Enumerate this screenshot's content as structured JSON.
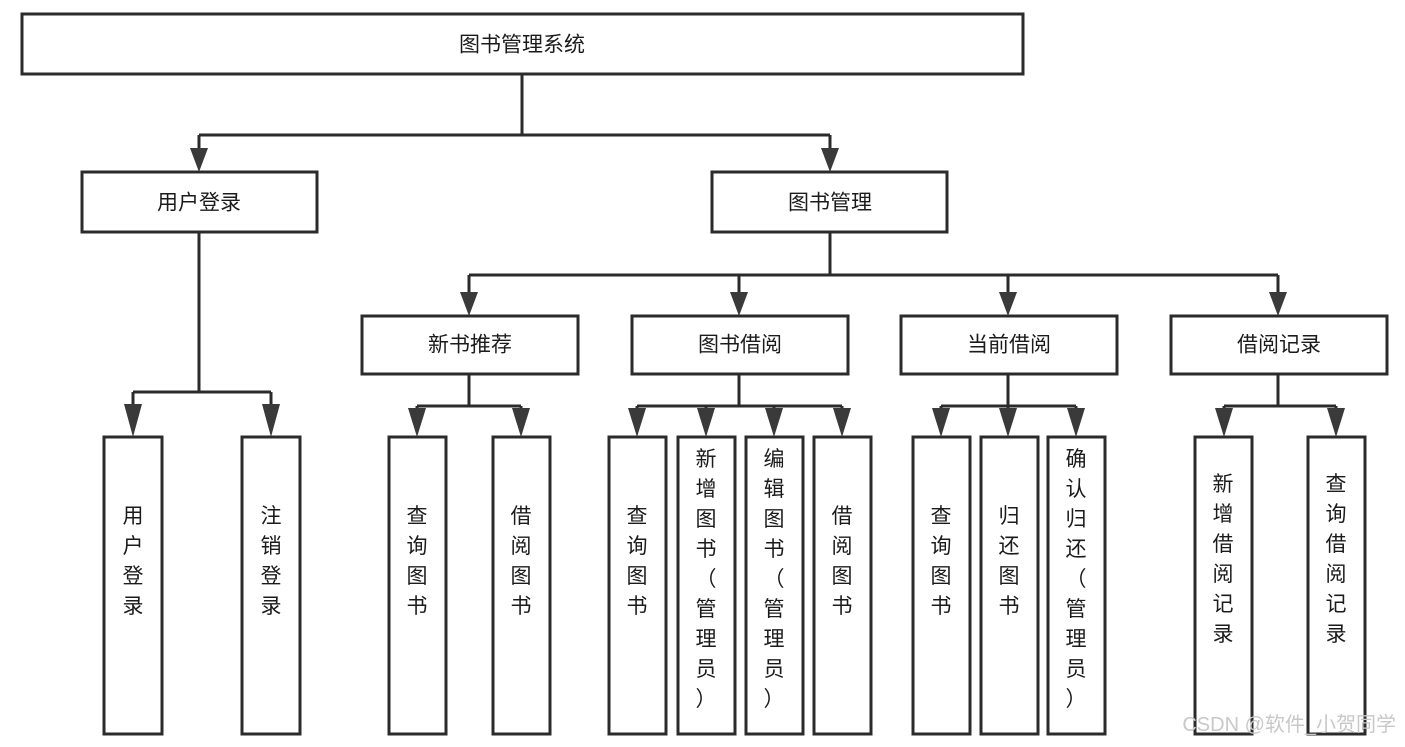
{
  "diagram": {
    "title": "图书管理系统",
    "type": "tree",
    "watermark": "CSDN @软件_小贺同学",
    "nodes": {
      "root": {
        "label": "图书管理系统"
      },
      "level2": [
        {
          "id": "user-login",
          "label": "用户登录"
        },
        {
          "id": "book-management",
          "label": "图书管理"
        }
      ],
      "level3": [
        {
          "id": "new-book-recommend",
          "label": "新书推荐"
        },
        {
          "id": "book-borrow",
          "label": "图书借阅"
        },
        {
          "id": "current-borrow",
          "label": "当前借阅"
        },
        {
          "id": "borrow-record",
          "label": "借阅记录"
        }
      ],
      "leaves": {
        "user_login": [
          {
            "id": "leaf-user-login",
            "label": "用户登录"
          },
          {
            "id": "leaf-logout-login",
            "label": "注销登录"
          }
        ],
        "new_book_recommend": [
          {
            "id": "leaf-query-book-1",
            "label": "查询图书"
          },
          {
            "id": "leaf-borrow-book-1",
            "label": "借阅图书"
          }
        ],
        "book_borrow": [
          {
            "id": "leaf-query-book-2",
            "label": "查询图书"
          },
          {
            "id": "leaf-add-book",
            "label": "新增图书（管理员）"
          },
          {
            "id": "leaf-edit-book",
            "label": "编辑图书（管理员）"
          },
          {
            "id": "leaf-borrow-book-2",
            "label": "借阅图书"
          }
        ],
        "current_borrow": [
          {
            "id": "leaf-query-book-3",
            "label": "查询图书"
          },
          {
            "id": "leaf-return-book",
            "label": "归还图书"
          },
          {
            "id": "leaf-confirm-return",
            "label": "确认归还（管理员）"
          }
        ],
        "borrow_record": [
          {
            "id": "leaf-add-borrow-record",
            "label": "新增借阅记录"
          },
          {
            "id": "leaf-query-borrow-record",
            "label": "查询借阅记录"
          }
        ]
      }
    },
    "colors": {
      "box_stroke": "#2b2b2b",
      "box_fill": "#ffffff",
      "text": "#1b1b1b",
      "watermark": "#c8c8c8",
      "background": "#ffffff"
    }
  }
}
